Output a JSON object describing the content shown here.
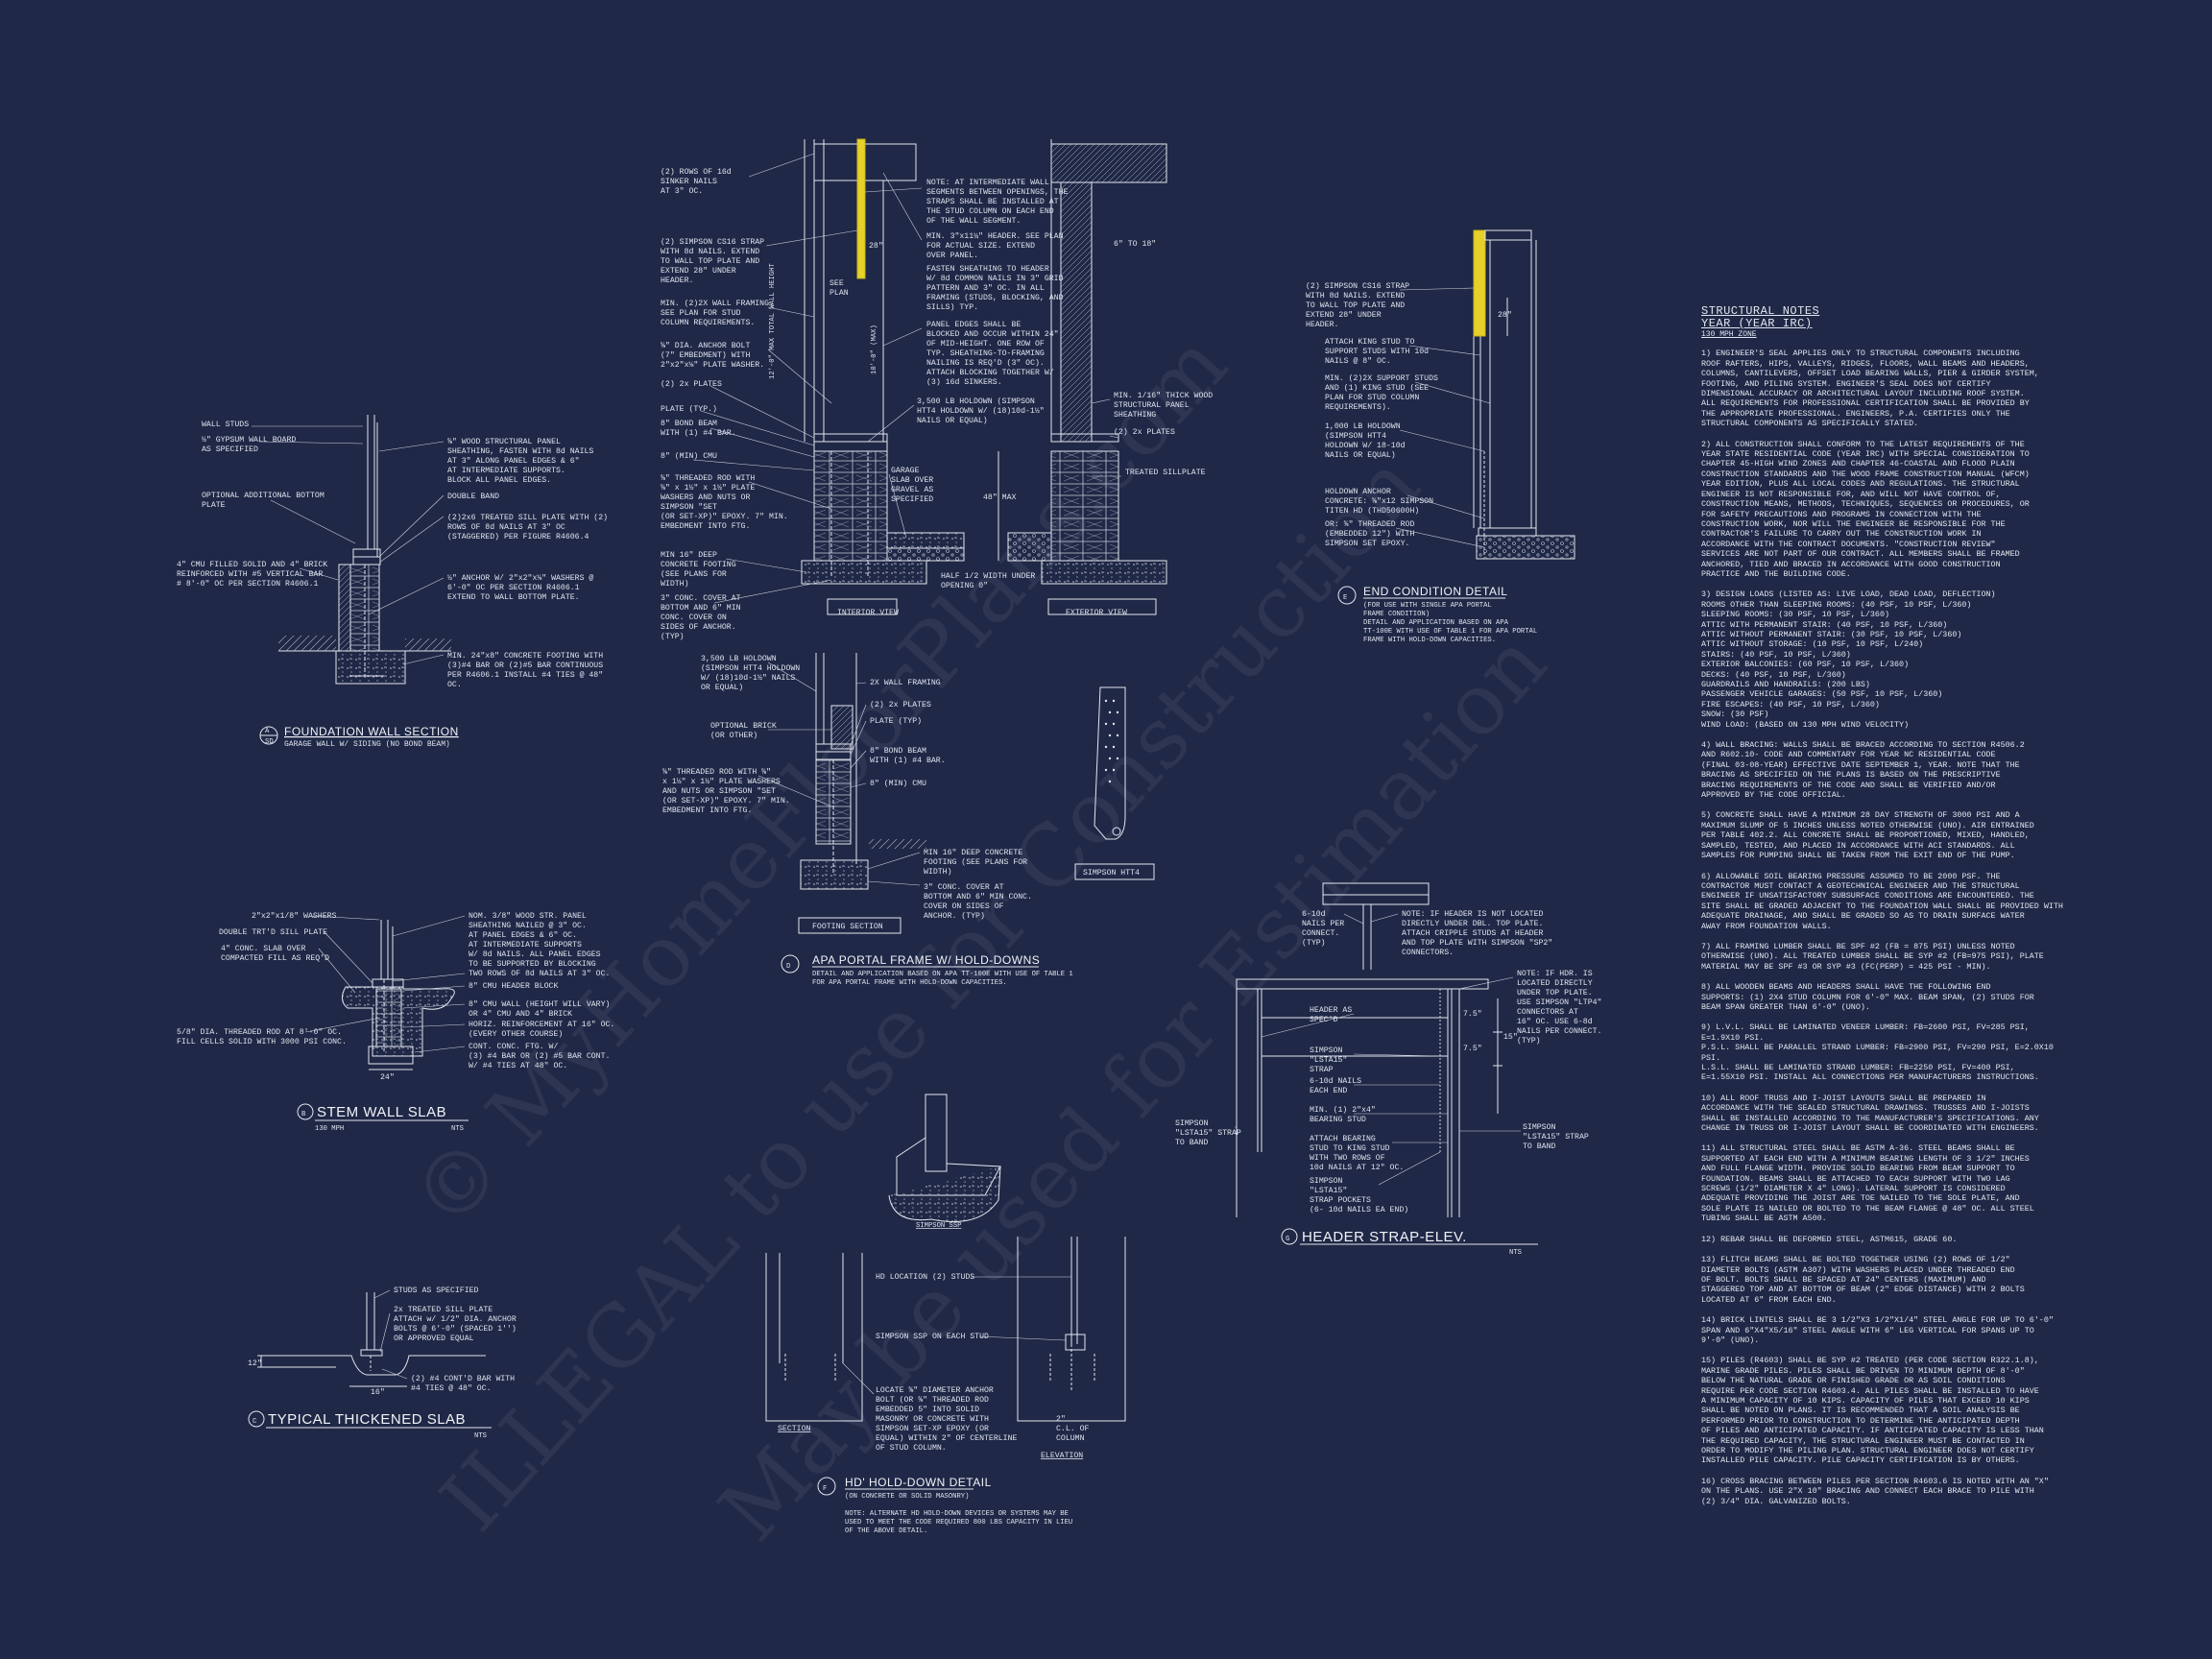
{
  "watermark": {
    "line1": "© MyHomeFloorPlans.com",
    "line2": "ILLEGAL to use for Construction",
    "line3": "May be used for Estimation"
  },
  "details": {
    "A": {
      "letter": "A",
      "ref": "SD",
      "title": "FOUNDATION WALL SECTION",
      "subtitle": "GARAGE WALL W/ SIDING (NO BOND BEAM)",
      "notes": [
        "WALL STUDS",
        "½\" GYPSUM WALL BOARD\nAS SPECIFIED",
        "OPTIONAL ADDITIONAL BOTTOM\nPLATE",
        "4\" CMU FILLED SOLID AND 4\" BRICK\nREINFORCED WITH #5 VERTICAL BAR\n# 8'-0\" OC PER SECTION R4606.1",
        "⅝\" WOOD STRUCTURAL PANEL\nSHEATHING, FASTEN WITH 8d NAILS\nAT 3\" ALONG PANEL EDGES & 6\"\nAT INTERMEDIATE SUPPORTS.\nBLOCK ALL PANEL EDGES.",
        "DOUBLE BAND",
        "(2)2x6 TREATED SILL PLATE WITH (2)\nROWS OF 8d NAILS AT 3\" OC\n(STAGGERED) PER FIGURE R4606.4",
        "½\" ANCHOR W/ 2\"x2\"x⅛\" WASHERS @\n6'-0\" OC PER SECTION R4606.1\nEXTEND TO WALL BOTTOM PLATE.",
        "MIN. 24\"x8\" CONCRETE FOOTING WITH\n(3)#4 BAR OR (2)#5 BAR CONTINUOUS\nPER R4606.1 INSTALL #4 TIES @ 48\"\nOC."
      ]
    },
    "B": {
      "letter": "B",
      "title": "STEM WALL SLAB",
      "subtitle": "130 MPH",
      "nts": "NTS",
      "notes": [
        "2\"x2\"x1/8\" WASHERS",
        "DOUBLE TRT'D SILL PLATE",
        "4\" CONC. SLAB OVER\nCOMPACTED FILL AS REQ'D",
        "5/8\" DIA. THREADED ROD AT 8'-0\" OC.\nFILL CELLS SOLID WITH 3000 PSI CONC.",
        "NOM. 3/8\" WOOD STR. PANEL\nSHEATHING NAILED @ 3\" OC.\nAT PANEL EDGES & 6\" OC.\nAT INTERMEDIATE SUPPORTS\nW/ 8d NAILS. ALL PANEL EDGES\nTO BE SUPPORTED BY BLOCKING",
        "TWO ROWS OF 8d NAILS AT 3\" OC.",
        "8\" CMU HEADER BLOCK",
        "8\" CMU WALL (HEIGHT WILL VARY)\nOR 4\" CMU AND 4\" BRICK",
        "HORIZ. REINFORCEMENT AT 16\" OC.\n(EVERY OTHER COURSE)",
        "CONT. CONC. FTG. W/\n(3) #4 BAR OR (2) #5 BAR CONT.\nW/ #4 TIES AT 48\" OC.",
        "24\""
      ]
    },
    "C": {
      "letter": "C",
      "title": "TYPICAL THICKENED SLAB",
      "nts": "NTS",
      "notes": [
        "STUDS AS SPECIFIED",
        "2x TREATED SILL PLATE\nATTACH w/ 1/2\" DIA. ANCHOR\nBOLTS @ 6'-0\" (SPACED 1'')\nOR APPROVED EQUAL",
        "(2) #4 CONT'D BAR WITH\n#4 TIES @ 48\" OC.",
        "16\"",
        "12\""
      ]
    },
    "D": {
      "letter": "D",
      "title": "APA PORTAL FRAME W/ HOLD-DOWNS",
      "subtitle": "DETAIL AND APPLICATION BASED ON APA TT-100E WITH USE OF TABLE 1\nFOR APA PORTAL FRAME WITH HOLD-DOWN CAPACITIES.",
      "notes_top": [
        "(2) ROWS OF 16d\nSINKER NAILS\nAT 3\" OC.",
        "(2) SIMPSON CS16 STRAP\nWITH 8d NAILS. EXTEND\nTO WALL TOP PLATE AND\nEXTEND 28\" UNDER\nHEADER.",
        "MIN. (2)2X WALL FRAMING.\nSEE PLAN FOR STUD\nCOLUMN REQUIREMENTS.",
        "⅝\" DIA. ANCHOR BOLT\n(7\" EMBEDMENT) WITH\n2\"x2\"x⅛\" PLATE WASHER.",
        "(2) 2x PLATES",
        "PLATE (TYP.)",
        "8\" BOND BEAM\nWITH (1) #4 BAR.",
        "8\" (MIN) CMU",
        "⅝\" THREADED ROD WITH\n⅝\" x 1½\" x 1½\" PLATE\nWASHERS AND NUTS OR\nSIMPSON \"SET\n(OR SET-XP)\" EPOXY. 7\" MIN.\nEMBEDMENT INTO FTG.",
        "MIN 16\" DEEP\nCONCRETE FOOTING\n(SEE PLANS FOR\nWIDTH)",
        "3\" CONC. COVER AT\nBOTTOM AND 6\" MIN\nCONC. COVER ON\nSIDES OF ANCHOR.\n(TYP)",
        "NOTE: AT INTERMEDIATE WALL\nSEGMENTS BETWEEN OPENINGS, THE\nSTRAPS SHALL BE INSTALLED AT\nTHE STUD COLUMN ON EACH END\nOF THE WALL SEGMENT.",
        "MIN. 3\"x11¼\" HEADER. SEE PLAN\nFOR ACTUAL SIZE. EXTEND\nOVER PANEL.",
        "FASTEN SHEATHING TO HEADER\nW/ 8d COMMON NAILS IN 3\" GRID\nPATTERN AND 3\" OC. IN ALL\nFRAMING (STUDS, BLOCKING, AND\nSILLS) TYP.",
        "PANEL EDGES SHALL BE\nBLOCKED AND OCCUR WITHIN 24\"\nOF MID-HEIGHT. ONE ROW OF\nTYP. SHEATHING-TO-FRAMING\nNAILING IS REQ'D (3\" OC).\nATTACH BLOCKING TOGETHER W/\n(3) 16d SINKERS.",
        "3,500 LB HOLDOWN (SIMPSON\nHTT4 HOLDOWN W/ (18)10d-1½\"\nNAILS OR EQUAL)",
        "GARAGE\nSLAB OVER\nGRAVEL AS\nSPECIFIED",
        "HALF 1/2 WIDTH UNDER\nOPENING 0\"",
        "MIN. 1/16\" THICK WOOD\nSTRUCTURAL PANEL\nSHEATHING",
        "(2) 2x PLATES",
        "TREATED SILLPLATE",
        "SEE\nPLAN",
        "28\"",
        "10'-0\" (MAX)",
        "12'-0\" MAX TOTAL WALL HEIGHT",
        "6\" TO 18\"",
        "48\" MAX"
      ],
      "notes_bottom": [
        "3,500 LB HOLDOWN\n(SIMPSON HTT4 HOLDOWN\nW/ (18)10d-1½\" NAILS\nOR EQUAL)",
        "OPTIONAL BRICK\n(OR OTHER)",
        "⅝\" THREADED ROD WITH ⅝\"\nx 1½\" x 1½\" PLATE WASHERS\nAND NUTS OR SIMPSON \"SET\n(OR SET-XP)\" EPOXY. 7\" MIN.\nEMBEDMENT INTO FTG.",
        "2X WALL FRAMING",
        "(2) 2x PLATES",
        "PLATE (TYP)",
        "8\" BOND BEAM\nWITH (1) #4 BAR.",
        "8\" (MIN) CMU",
        "MIN 16\" DEEP CONCRETE\nFOOTING (SEE PLANS FOR\nWIDTH)",
        "3\" CONC. COVER AT\nBOTTOM AND 6\" MIN CONC.\nCOVER ON SIDES OF\nANCHOR. (TYP)"
      ],
      "views": [
        "INTERIOR VIEW",
        "EXTERIOR VIEW",
        "FOOTING SECTION",
        "SIMPSON HTT4",
        "SIMPSON SSP"
      ]
    },
    "E": {
      "letter": "E",
      "title": "END CONDITION DETAIL",
      "subtitle": "(FOR USE WITH SINGLE APA PORTAL\nFRAME CONDITION)\nDETAIL AND APPLICATION BASED ON APA\nTT-100E WITH USE OF TABLE 1 FOR APA PORTAL\nFRAME WITH HOLD-DOWN CAPACITIES.",
      "notes": [
        "(2) SIMPSON CS16 STRAP\nWITH 8d NAILS. EXTEND\nTO WALL TOP PLATE AND\nEXTEND 28\" UNDER\nHEADER.",
        "ATTACH KING STUD TO\nSUPPORT STUDS WITH 10d\nNAILS @ 8\" OC.",
        "MIN. (2)2X SUPPORT STUDS\nAND (1) KING STUD (SEE\nPLAN FOR STUD COLUMN\nREQUIREMENTS).",
        "1,000 LB HOLDOWN\n(SIMPSON HTT4\nHOLDOWN W/ 18-10d\nNAILS OR EQUAL)",
        "HOLDOWN ANCHOR\nCONCRETE: ⅝\"x12 SIMPSON\nTITEN HD (THD50600H)",
        "OR: ⅝\" THREADED ROD\n(EMBEDDED 12\") WITH\nSIMPSON SET EPOXY.",
        "28\""
      ]
    },
    "F": {
      "letter": "F",
      "title": "HD' HOLD-DOWN DETAIL",
      "subtitle": "(ON CONCRETE OR SOLID MASONRY)",
      "footnote": "NOTE: ALTERNATE HD HOLD-DOWN DEVICES OR SYSTEMS MAY BE\nUSED TO MEET THE CODE REQUIRED 800 LBS CAPACITY IN LIEU\nOF THE ABOVE DETAIL.",
      "notes": [
        "HD LOCATION (2) STUDS",
        "SIMPSON SSP ON EACH STUD",
        "LOCATE ⅝\" DIAMETER ANCHOR\nBOLT (OR ⅝\" THREADED ROD\nEMBEDDED 5\" INTO SOLID\nMASONRY OR CONCRETE WITH\nSIMPSON SET-XP EPOXY (OR\nEQUAL) WITHIN 2\" OF CENTERLINE\nOF STUD COLUMN.",
        "SECTION",
        "ELEVATION",
        "2\"\nC.L. OF\nCOLUMN"
      ]
    },
    "G": {
      "letter": "G",
      "title": "HEADER STRAP-ELEV.",
      "nts": "NTS",
      "notes": [
        "6-10d\nNAILS PER\nCONNECT.\n(TYP)",
        "NOTE: IF HEADER IS NOT LOCATED\nDIRECTLY UNDER DBL. TOP PLATE.\nATTACH CRIPPLE STUDS AT HEADER\nAND TOP PLATE WITH SIMPSON \"SP2\"\nCONNECTORS.",
        "NOTE: IF HDR. IS\nLOCATED DIRECTLY\nUNDER TOP PLATE.\nUSE SIMPSON \"LTP4\"\nCONNECTORS AT\n16\" OC. USE 6-8d\nNAILS PER CONNECT.\n(TYP)",
        "HEADER AS\nSPEC'D",
        "SIMPSON\n\"LSTA15\"\nSTRAP",
        "6-10d NAILS\nEACH END",
        "MIN. (1) 2\"x4\"\nBEARING STUD",
        "ATTACH BEARING\nSTUD TO KING STUD\nWITH TWO ROWS OF\n10d NAILS AT 12\" OC.",
        "SIMPSON\n\"LSTA15\"\nSTRAP POCKETS\n(6- 10d NAILS EA END)",
        "SIMPSON\n\"LSTA15\" STRAP\nTO BAND",
        "SIMPSON\n\"LSTA15\" STRAP\nTO BAND",
        "7.5\"",
        "7.5\"",
        "15\""
      ]
    }
  },
  "structural_notes": {
    "title": "STRUCTURAL NOTES",
    "subtitle": "YEAR (YEAR IRC)",
    "zone": "130 mph ZONE",
    "items": [
      "1) ENGINEER'S SEAL APPLIES ONLY TO STRUCTURAL COMPONENTS INCLUDING\nROOF RAFTERS, HIPS, VALLEYS, RIDGES, FLOORS, WALL BEAMS AND HEADERS,\nCOLUMNS, CANTILEVERS, OFFSET LOAD BEARING WALLS, PIER & GIRDER SYSTEM,\nFOOTING, AND PILING SYSTEM. ENGINEER'S SEAL DOES NOT CERTIFY\nDIMENSIONAL ACCURACY OR ARCHITECTURAL LAYOUT INCLUDING ROOF SYSTEM.\nALL REQUIREMENTS FOR PROFESSIONAL CERTIFICATION SHALL BE PROVIDED BY\nTHE APPROPRIATE PROFESSIONAL. ENGINEERS, P.A. CERTIFIES ONLY THE\nSTRUCTURAL COMPONENTS AS SPECIFICALLY STATED.",
      "2) ALL CONSTRUCTION SHALL CONFORM TO THE LATEST REQUIREMENTS OF THE\nYEAR STATE RESIDENTIAL CODE (YEAR IRC) WITH SPECIAL CONSIDERATION TO\nCHAPTER 45-HIGH WIND ZONES AND CHAPTER 46-COASTAL AND FLOOD PLAIN\nCONSTRUCTION STANDARDS AND THE WOOD FRAME CONSTRUCTION MANUAL (WFCM)\nYEAR EDITION, PLUS ALL LOCAL CODES AND REGULATIONS. THE STRUCTURAL\nENGINEER IS NOT RESPONSIBLE FOR, AND WILL NOT HAVE CONTROL OF,\nCONSTRUCTION MEANS, METHODS, TECHNIQUES, SEQUENCES OR PROCEDURES, OR\nFOR SAFETY PRECAUTIONS AND PROGRAMS IN CONNECTION WITH THE\nCONSTRUCTION WORK, NOR WILL THE ENGINEER BE RESPONSIBLE FOR THE\nCONTRACTOR'S FAILURE TO CARRY OUT THE CONSTRUCTION WORK IN\nACCORDANCE WITH THE CONTRACT DOCUMENTS. \"CONSTRUCTION REVIEW\"\nSERVICES ARE NOT PART OF OUR CONTRACT. ALL MEMBERS SHALL BE FRAMED\nANCHORED, TIED AND BRACED IN ACCORDANCE WITH GOOD CONSTRUCTION\nPRACTICE AND THE BUILDING CODE.",
      "3) DESIGN LOADS (LISTED AS: LIVE LOAD, DEAD LOAD, DEFLECTION)\nROOMS OTHER THAN SLEEPING ROOMS: (40 PSF, 10 PSF, L/360)\nSLEEPING ROOMS: (30 PSF, 10 PSF, L/360)\nATTIC WITH PERMANENT STAIR: (40 PSF, 10 PSF, L/360)\nATTIC WITHOUT PERMANENT STAIR: (30 PSF, 10 PSF, L/360)\nATTIC WITHOUT STORAGE: (10 PSF, 10 PSF, L/240)\nSTAIRS: (40 PSF, 10 PSF, L/360)\nEXTERIOR BALCONIES: (60 PSF, 10 PSF, L/360)\nDECKS: (40 PSF, 10 PSF, L/360)\nGUARDRAILS AND HANDRAILS: (200 LBS)\nPASSENGER VEHICLE GARAGES: (50 PSF, 10 PSF, L/360)\nFIRE ESCAPES: (40 PSF, 10 PSF, L/360)\nSNOW: (30 PSF)\nWIND LOAD: (BASED ON 130 MPH WIND VELOCITY)",
      "4) WALL BRACING: WALLS SHALL BE BRACED ACCORDING TO SECTION R4506.2\nAND R602.10- CODE AND COMMENTARY FOR YEAR NC RESIDENTIAL CODE\n(FINAL 03-08-YEAR) EFFECTIVE DATE SEPTEMBER 1, YEAR. NOTE THAT THE\nBRACING AS SPECIFIED ON THE PLANS IS BASED ON THE PRESCRIPTIVE\nBRACING REQUIREMENTS OF THE CODE AND SHALL BE VERIFIED AND/OR\nAPPROVED BY THE CODE OFFICIAL.",
      "5) CONCRETE SHALL HAVE A MINIMUM 28 DAY STRENGTH OF 3000 PSI AND A\nMAXIMUM SLUMP OF 5 INCHES UNLESS NOTED OTHERWISE (UNO). AIR ENTRAINED\nPER TABLE 402.2. ALL CONCRETE SHALL BE PROPORTIONED, MIXED, HANDLED,\nSAMPLED, TESTED, AND PLACED IN ACCORDANCE WITH ACI STANDARDS. ALL\nSAMPLES FOR PUMPING SHALL BE TAKEN FROM THE EXIT END OF THE PUMP.",
      "6) ALLOWABLE SOIL BEARING PRESSURE ASSUMED TO BE 2000 PSF. THE\nCONTRACTOR MUST CONTACT A GEOTECHNICAL ENGINEER AND THE STRUCTURAL\nENGINEER IF UNSATISFACTORY SUBSURFACE CONDITIONS ARE ENCOUNTERED. THE\nSITE SHALL BE GRADED ADJACENT TO THE FOUNDATION WALL SHALL BE PROVIDED WITH\nADEQUATE DRAINAGE, AND SHALL BE GRADED SO AS TO DRAIN SURFACE WATER\nAWAY FROM FOUNDATION WALLS.",
      "7) ALL FRAMING LUMBER SHALL BE SPF #2 (Fb = 875 PSI) UNLESS NOTED\nOTHERWISE (UNO). ALL TREATED LUMBER SHALL BE SYP #2 (Fb=975 PSI), PLATE\nMATERIAL MAY BE SPF #3 OR SYP #3 (Fc(perp) = 425 PSI - MIN).",
      "8) ALL WOODEN BEAMS AND HEADERS SHALL HAVE THE FOLLOWING END\nSUPPORTS: (1) 2x4 STUD COLUMN FOR 6'-0\" MAX. BEAM SPAN, (2) STUDS FOR\nBEAM SPAN GREATER THAN 6'-0\" (UNO).",
      "9) L.V.L. SHALL BE LAMINATED VENEER LUMBER: Fb=2600 PSI, Fv=285 PSI,\nE=1.9x10 PSI.\nP.S.L. SHALL BE PARALLEL STRAND LUMBER: Fb=2900 PSI, Fv=290 PSI, E=2.0x10\nPSI.\nL.S.L. SHALL BE LAMINATED STRAND LUMBER: Fb=2250 PSI, Fv=400 PSI,\nE=1.55x10 PSI. INSTALL ALL CONNECTIONS PER MANUFACTURERS INSTRUCTIONS.",
      "10) ALL ROOF TRUSS AND I-JOIST LAYOUTS SHALL BE PREPARED IN\nACCORDANCE WITH THE SEALED STRUCTURAL DRAWINGS. TRUSSES AND I-JOISTS\nSHALL BE INSTALLED ACCORDING TO THE MANUFACTURER'S SPECIFICATIONS. ANY\nCHANGE IN TRUSS OR I-JOIST LAYOUT SHALL BE COORDINATED WITH ENGINEERS.",
      "11) ALL STRUCTURAL STEEL SHALL BE ASTM A-36. STEEL BEAMS SHALL BE\nSUPPORTED AT EACH END WITH A MINIMUM BEARING LENGTH OF 3 1/2\" INCHES\nAND FULL FLANGE WIDTH. PROVIDE SOLID BEARING FROM BEAM SUPPORT TO\nFOUNDATION. BEAMS SHALL BE ATTACHED TO EACH SUPPORT WITH TWO LAG\nSCREWS (1/2\" DIAMETER x 4\" LONG). LATERAL SUPPORT IS CONSIDERED\nADEQUATE PROVIDING THE JOIST ARE TOE NAILED TO THE SOLE PLATE, AND\nSOLE PLATE IS NAILED OR BOLTED TO THE BEAM FLANGE @ 48\" OC. ALL STEEL\nTUBING SHALL BE ASTM A500.",
      "12) REBAR SHALL BE DEFORMED STEEL, ASTM615, GRADE 60.",
      "13) FLITCH BEAMS SHALL BE BOLTED TOGETHER USING (2) ROWS OF 1/2\"\nDIAMETER BOLTS (ASTM A307) WITH WASHERS PLACED UNDER THREADED END\nOF BOLT. BOLTS SHALL BE SPACED AT 24\" CENTERS (MAXIMUM) AND\nSTAGGERED TOP AND AT BOTTOM OF BEAM (2\" EDGE DISTANCE) WITH 2 BOLTS\nLOCATED AT 6\" FROM EACH END.",
      "14) BRICK LINTELS SHALL BE 3 1/2\"x3 1/2\"x1/4\" STEEL ANGLE FOR UP TO 6'-0\"\nSPAN AND 6\"x4\"x5/16\" STEEL ANGLE WITH 6\" LEG VERTICAL FOR SPANS UP TO\n9'-0\" (UNO).",
      "15) PILES (R4603) SHALL BE SYP #2 TREATED (PER CODE SECTION R322.1.8),\nMARINE GRADE PILES. PILES SHALL BE DRIVEN TO MINIMUM DEPTH OF 8'-0\"\nBELOW THE NATURAL GRADE OR FINISHED GRADE OR AS SOIL CONDITIONS\nREQUIRE PER CODE SECTION R4603.4. ALL PILES SHALL BE INSTALLED TO HAVE\nA MINIMUM CAPACITY OF 10 KIPS. CAPACITY OF PILES THAT EXCEED 10 KIPS\nSHALL BE NOTED ON PLANS. IT IS RECOMMENDED THAT A SOIL ANALYSIS BE\nPERFORMED PRIOR TO CONSTRUCTION TO DETERMINE THE ANTICIPATED DEPTH\nOF PILES AND ANTICIPATED CAPACITY. IF ANTICIPATED CAPACITY IS LESS THAN\nTHE REQUIRED CAPACITY, THE STRUCTURAL ENGINEER MUST BE CONTACTED IN\nORDER TO MODIFY THE PILING PLAN. STRUCTURAL ENGINEER DOES NOT CERTIFY\nINSTALLED PILE CAPACITY. PILE CAPACITY CERTIFICATION IS BY OTHERS.",
      "16) CROSS BRACING BETWEEN PILES PER SECTION R4603.6 IS NOTED WITH AN \"X\"\nON THE PLANS. USE 2\"x 10\" BRACING AND CONNECT EACH BRACE TO PILE WITH\n(2) 3/4\" DIA. GALVANIZED BOLTS."
    ]
  },
  "colors": {
    "background": "#1f2846",
    "linework": "#e3e6ef",
    "strap": "#e6d12a",
    "watermark": "#8a90a8"
  }
}
